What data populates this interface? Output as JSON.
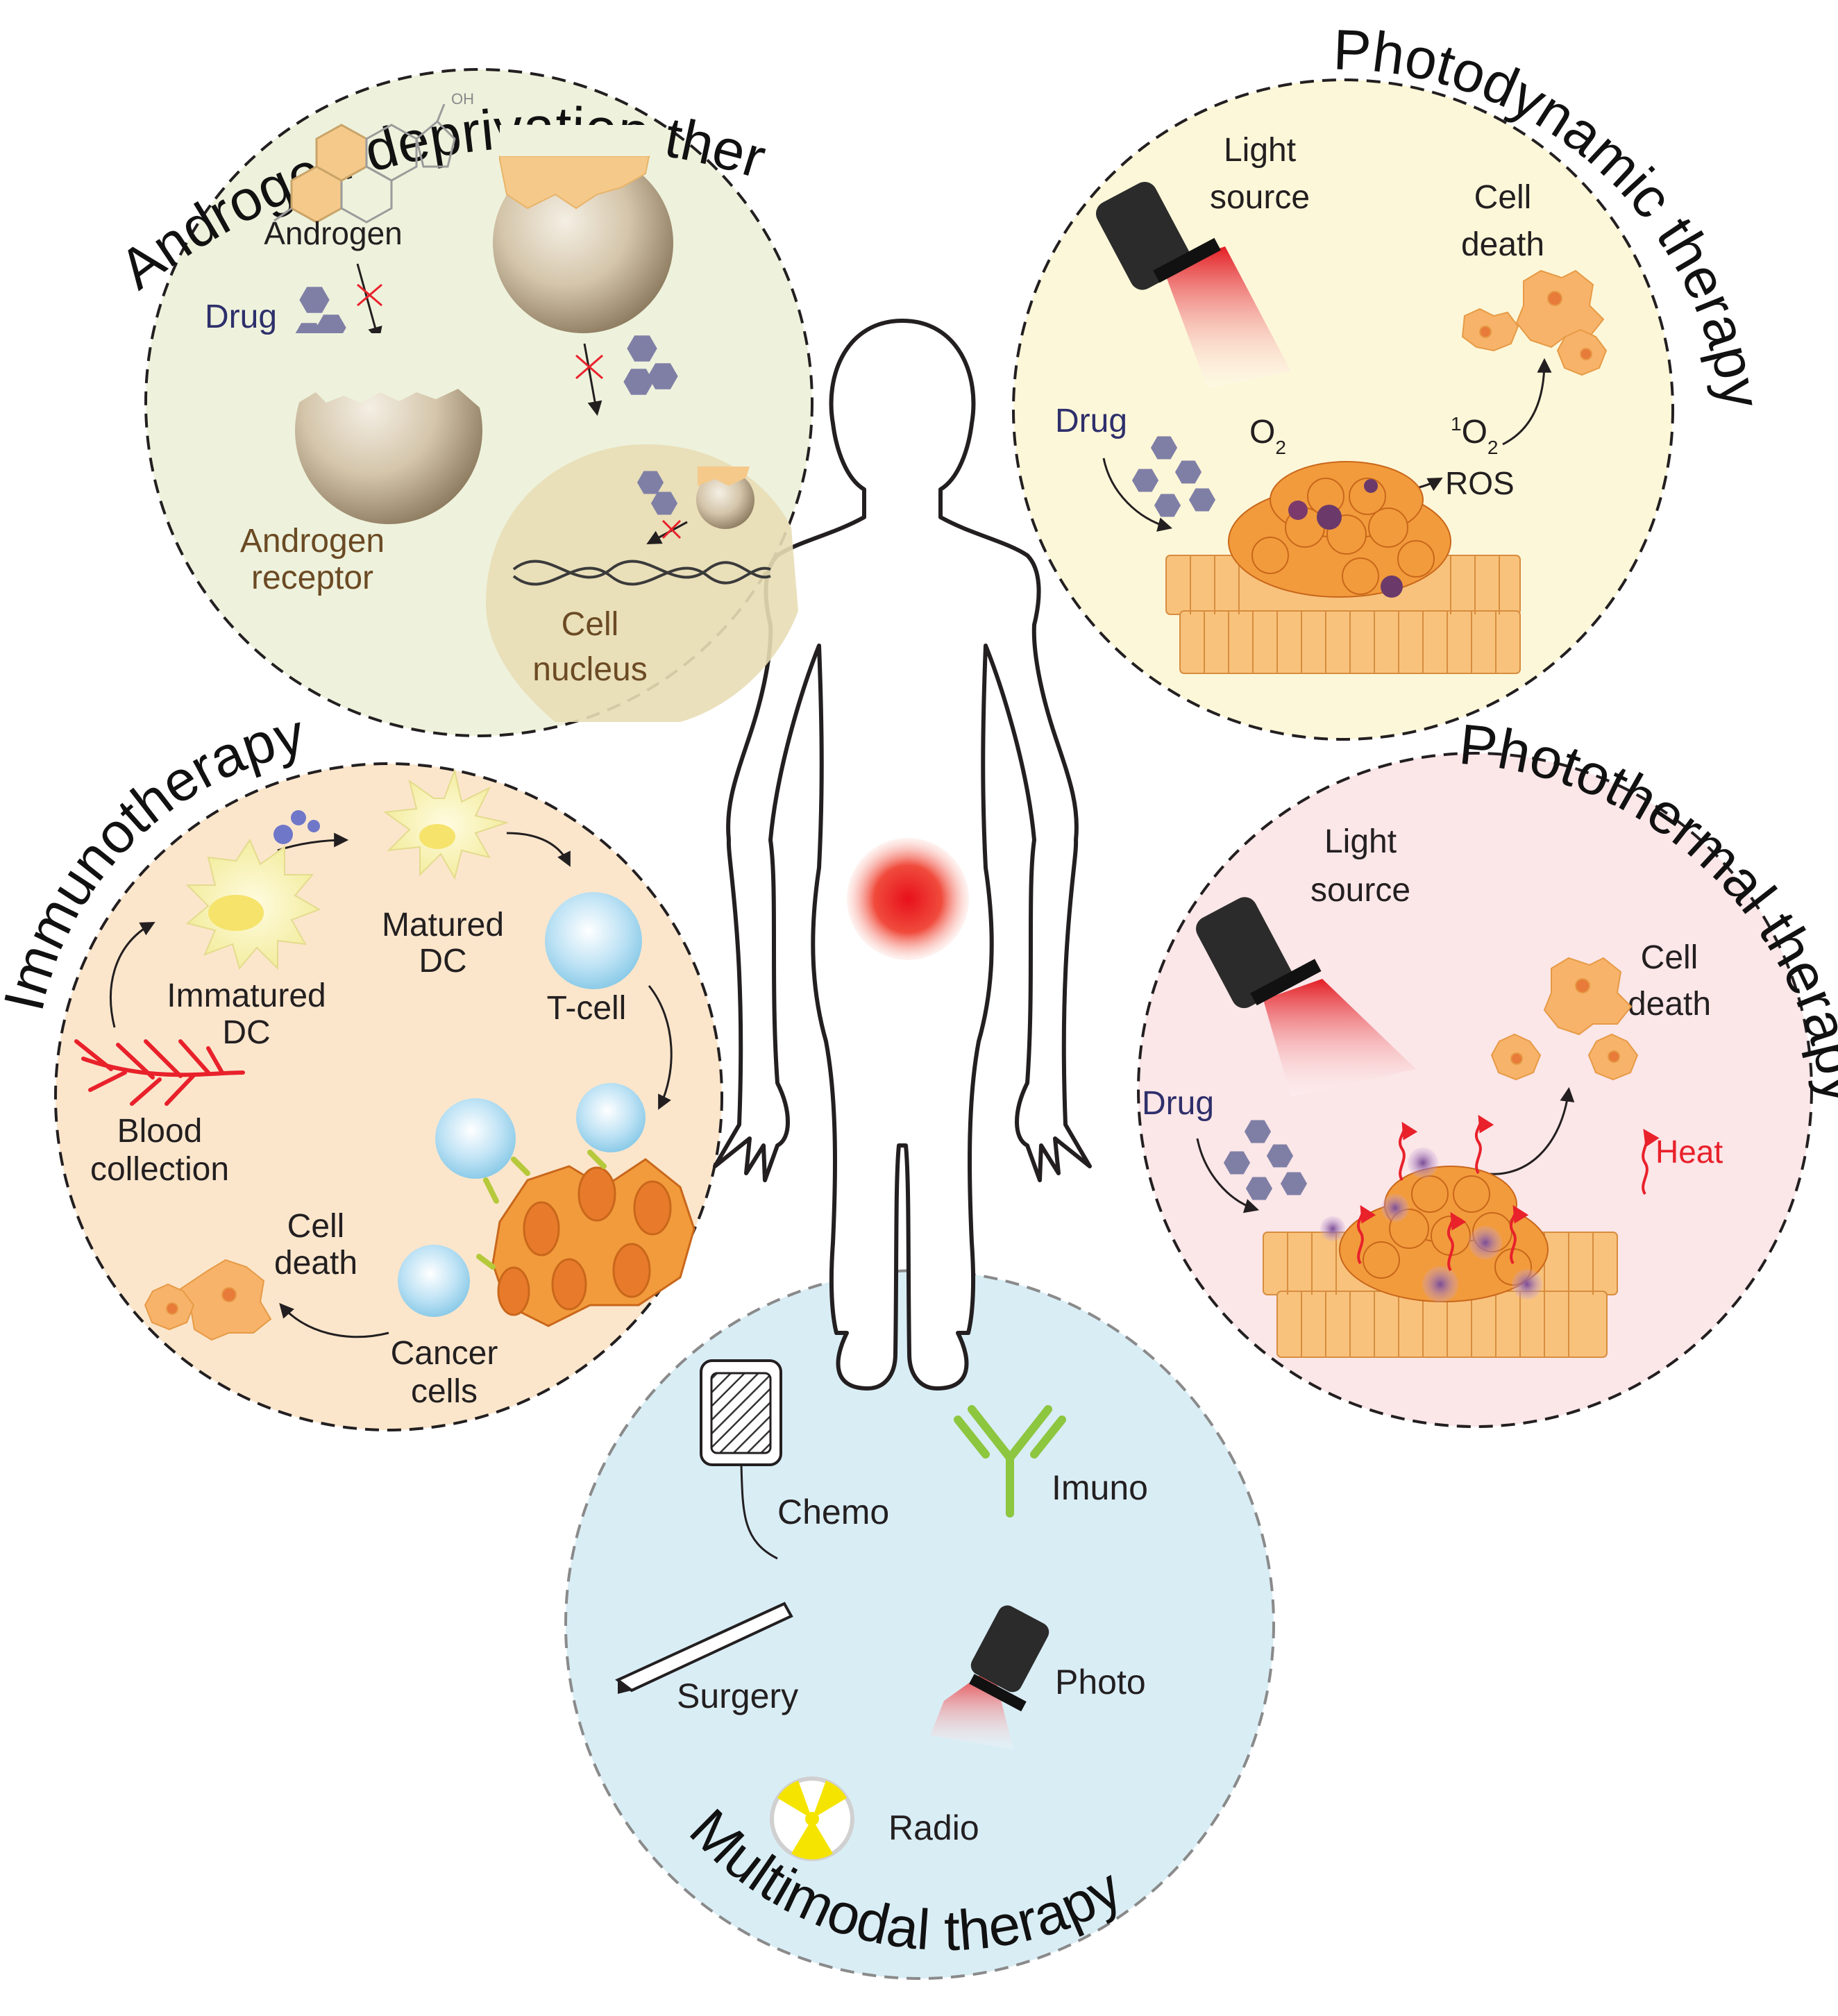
{
  "titles": {
    "adt": "Androgen deprivation therapy",
    "pdt": "Photodynamic therapy",
    "immuno": "Immunotherapy",
    "ptt": "Photothermal therapy",
    "multi": "Multimodal therapy"
  },
  "adt": {
    "oh": "OH",
    "androgen": "Androgen",
    "drug": "Drug",
    "receptor_1": "Androgen",
    "receptor_2": "receptor",
    "nucleus_1": "Cell",
    "nucleus_2": "nucleus"
  },
  "pdt": {
    "light_1": "Light",
    "light_2": "source",
    "drug": "Drug",
    "o2": "O",
    "o2_sub": "2",
    "singlet_sup": "1",
    "singlet": "O",
    "singlet_sub": "2",
    "ros": "ROS",
    "death_1": "Cell",
    "death_2": "death"
  },
  "immuno": {
    "matured_1": "Matured",
    "matured_2": "DC",
    "immatured_1": "Immatured",
    "immatured_2": "DC",
    "tcell": "T-cell",
    "blood_1": "Blood",
    "blood_2": "collection",
    "death_1": "Cell",
    "death_2": "death",
    "cancer_1": "Cancer",
    "cancer_2": "cells"
  },
  "ptt": {
    "light_1": "Light",
    "light_2": "source",
    "death_1": "Cell",
    "death_2": "death",
    "drug": "Drug",
    "heat": "Heat"
  },
  "multi": {
    "chemo": "Chemo",
    "imuno": "Imuno",
    "surgery": "Surgery",
    "photo": "Photo",
    "radio": "Radio"
  },
  "colors": {
    "adt_bg": "#eef2dc",
    "pdt_bg": "#fdf7d9",
    "immuno_bg": "#fbe6cc",
    "ptt_bg": "#fbe6e8",
    "multi_bg": "#d9edf5",
    "drug_text": "#2e2f6b",
    "heat": "#e8212b",
    "cell_orange": "#f29b3c",
    "tumor_red": "#e8212b"
  }
}
